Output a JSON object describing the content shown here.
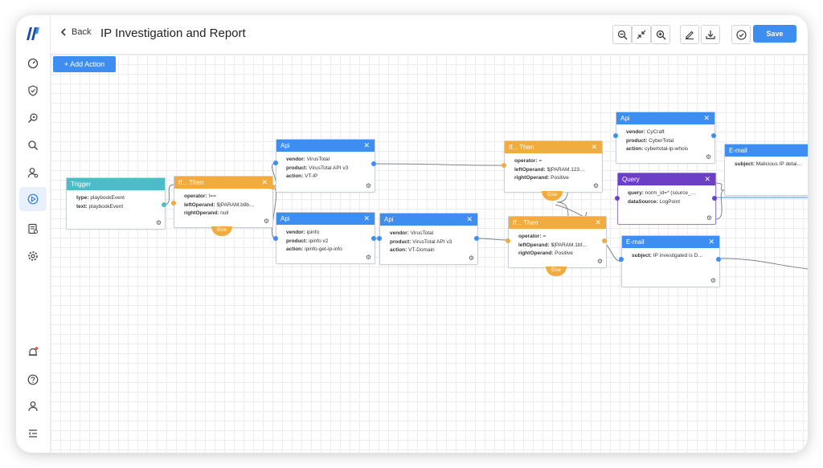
{
  "header": {
    "back_label": "Back",
    "title": "IP Investigation and Report",
    "save_label": "Save"
  },
  "canvas": {
    "add_action_label": "+ Add Action",
    "else_label": "Else"
  },
  "nodes": {
    "trigger": {
      "title": "Trigger",
      "l1k": "type:",
      "l1v": " playbookEvent",
      "l2k": "text:",
      "l2v": " playbookEvent"
    },
    "if1": {
      "title": "If... Then",
      "l1k": "operator:",
      "l1v": " !==",
      "l2k": "leftOperand:",
      "l2v": " $|PARAM.b9b…",
      "l3k": "rightOperand:",
      "l3v": " null"
    },
    "api1": {
      "title": "Api",
      "l1k": "vendor:",
      "l1v": " VirusTotal",
      "l2k": "product:",
      "l2v": " VirusTotal API v3",
      "l3k": "action:",
      "l3v": " VT-IP"
    },
    "api2": {
      "title": "Api",
      "l1k": "vendor:",
      "l1v": " ipinfo",
      "l2k": "product:",
      "l2v": " ipinfo v2",
      "l3k": "action:",
      "l3v": " ipinfo-get-ip-info"
    },
    "api3": {
      "title": "Api",
      "l1k": "vendor:",
      "l1v": " VirusTotal",
      "l2k": "product:",
      "l2v": " VirusTotal API v3",
      "l3k": "action:",
      "l3v": " VT-Domain"
    },
    "if2": {
      "title": "If... Then",
      "l1k": "operator:",
      "l1v": " =",
      "l2k": "leftOperand:",
      "l2v": " $|PARAM.123…",
      "l3k": "rightOperand:",
      "l3v": " Positive"
    },
    "if3": {
      "title": "If... Then",
      "l1k": "operator:",
      "l1v": " =",
      "l2k": "leftOperand:",
      "l2v": " $|PARAM.1bf…",
      "l3k": "rightOperand:",
      "l3v": " Positive"
    },
    "api4": {
      "title": "Api",
      "l1k": "vendor:",
      "l1v": " CyCraft",
      "l2k": "product:",
      "l2v": " CyberTotal",
      "l3k": "action:",
      "l3v": " cybertotal-ip-whois"
    },
    "query": {
      "title": "Query",
      "l1k": "query:",
      "l1v": " norm_id=* (source_…",
      "l2k": "dataSource:",
      "l2v": " LogPoint"
    },
    "email1": {
      "title": "E-mail",
      "l1k": "subject:",
      "l1v": " Malicious IP detai…"
    },
    "email2": {
      "title": "E-mail",
      "l1k": "subject:",
      "l1v": " IP investigated is D…"
    }
  },
  "colors": {
    "accent": "#3d8ef0",
    "trigger": "#4dbcc8",
    "condition": "#f0ac3f",
    "query": "#6c3fc7"
  }
}
